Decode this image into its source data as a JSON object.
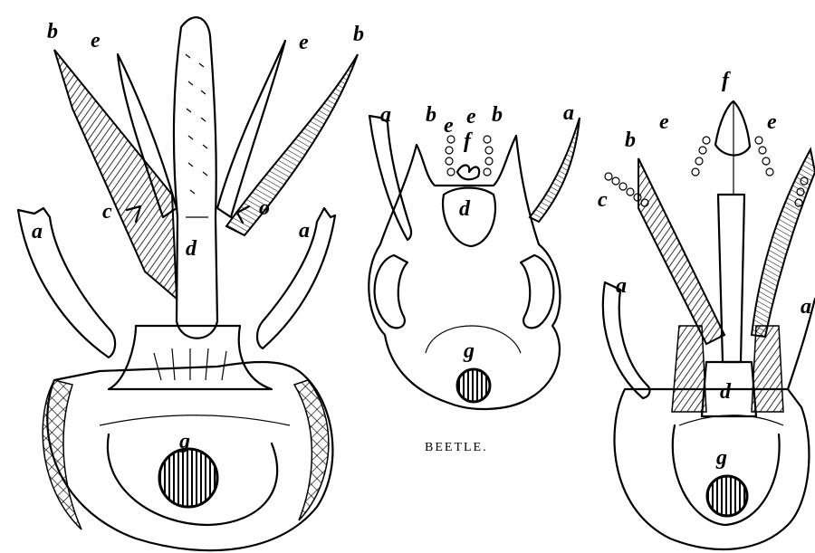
{
  "caption": "BEETLE.",
  "labels": {
    "left": {
      "b1": "b",
      "e1": "e",
      "e2": "e",
      "b2": "b",
      "c1": "c",
      "o": "o",
      "a1": "a",
      "a2": "a",
      "d": "d",
      "g": "g"
    },
    "middle": {
      "a1": "a",
      "b1": "b",
      "e1": "e",
      "e2": "e",
      "b2": "b",
      "a2": "a",
      "f": "f",
      "d": "d",
      "g": "g"
    },
    "right": {
      "f": "f",
      "b": "b",
      "e1": "e",
      "e2": "e",
      "c": "c",
      "a1": "a",
      "a2": "a",
      "d": "d",
      "g": "g"
    }
  }
}
